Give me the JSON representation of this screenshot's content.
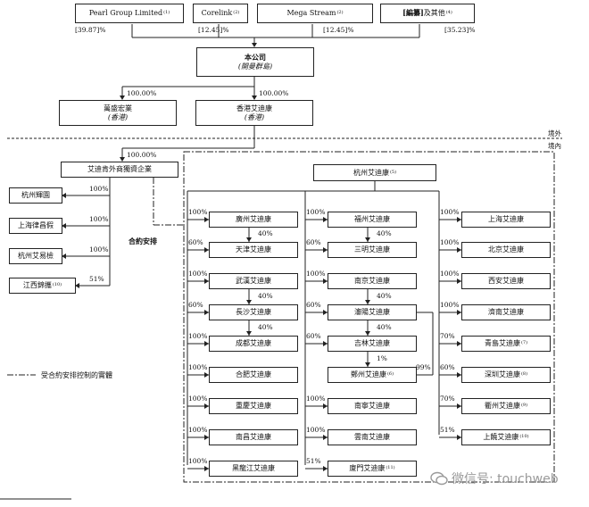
{
  "shareholders": {
    "pearl": {
      "name": "Pearl Group Limited",
      "note": "(1)",
      "pct": "[39.87]%"
    },
    "corelink": {
      "name": "Corelink",
      "note": "(2)",
      "pct": "[12.45]%"
    },
    "mega": {
      "name": "Mega Stream",
      "note": "(2)",
      "pct": "[12.45]%"
    },
    "others": {
      "name_bold": "[編纂]",
      "name_rest": "及其他",
      "note": "(4)",
      "pct": "[35.23]%"
    }
  },
  "company": {
    "name": "本公司",
    "sub": "(開曼群島)"
  },
  "subsidiaries": {
    "wansheng": {
      "name": "萬盛宏業",
      "sub": "(香港)",
      "pct": "100.00%"
    },
    "hk_aidi": {
      "name": "香港艾迪康",
      "sub": "(香港)",
      "pct": "100.00%"
    }
  },
  "border": {
    "outside": "境外",
    "inside": "境內"
  },
  "wfoe": {
    "name": "艾迪肯外商獨資企業",
    "pct": "100.00%"
  },
  "contract_label": "合約安排",
  "left_entities": [
    {
      "name": "杭州輝園",
      "pct": "100%"
    },
    {
      "name": "上海律昌假",
      "pct": "100%"
    },
    {
      "name": "杭州艾易檢",
      "pct": "100%"
    },
    {
      "name": "江西錦攜",
      "note": "(10)",
      "pct": "51%"
    }
  ],
  "legend": "受合約安排控制的實體",
  "hangzhou": {
    "name": "杭州艾迪康",
    "note": "(5)"
  },
  "col1": [
    {
      "name": "廣州艾迪康",
      "pct": "100%"
    },
    {
      "name": "天津艾迪康",
      "pct": "60%",
      "sub_pct": "40%"
    },
    {
      "name": "武漢艾迪康",
      "pct": "100%"
    },
    {
      "name": "長沙艾迪康",
      "pct": "60%",
      "sub_pct": "40%"
    },
    {
      "name": "成都艾迪康",
      "pct": "100%",
      "sub_pct": "40%"
    },
    {
      "name": "合肥艾迪康",
      "pct": "100%"
    },
    {
      "name": "重慶艾迪康",
      "pct": "100%"
    },
    {
      "name": "南昌艾迪康",
      "pct": "100%"
    },
    {
      "name": "黑龍江艾迪康",
      "pct": "100%"
    }
  ],
  "col2": [
    {
      "name": "福州艾迪康",
      "pct": "100%"
    },
    {
      "name": "三明艾迪康",
      "pct": "60%",
      "sub_pct": "40%"
    },
    {
      "name": "南京艾迪康",
      "pct": "100%"
    },
    {
      "name": "瀋陽艾迪康",
      "pct": "60%",
      "sub_pct": "40%"
    },
    {
      "name": "吉林艾迪康",
      "pct": "60%",
      "sub_pct": "40%"
    },
    {
      "name": "鄭州艾迪康",
      "note": "(6)",
      "pct": "99%",
      "sub_pct": "1%"
    },
    {
      "name": "南寧艾迪康",
      "pct": "100%"
    },
    {
      "name": "雲南艾迪康",
      "pct": "100%"
    },
    {
      "name": "廈門艾迪康",
      "note": "(11)",
      "pct": "51%"
    }
  ],
  "col3": [
    {
      "name": "上海艾迪康",
      "pct": "100%"
    },
    {
      "name": "北京艾迪康",
      "pct": "100%"
    },
    {
      "name": "西安艾迪康",
      "pct": "100%"
    },
    {
      "name": "濟南艾迪康",
      "pct": "100%"
    },
    {
      "name": "青島艾迪康",
      "note": "(7)",
      "pct": "70%"
    },
    {
      "name": "深圳艾迪康",
      "note": "(8)",
      "pct": "60%"
    },
    {
      "name": "衢州艾迪康",
      "note": "(9)",
      "pct": "70%"
    },
    {
      "name": "上饒艾迪康",
      "note": "(10)",
      "pct": "51%"
    }
  ],
  "watermark": "微信号: touchweb"
}
